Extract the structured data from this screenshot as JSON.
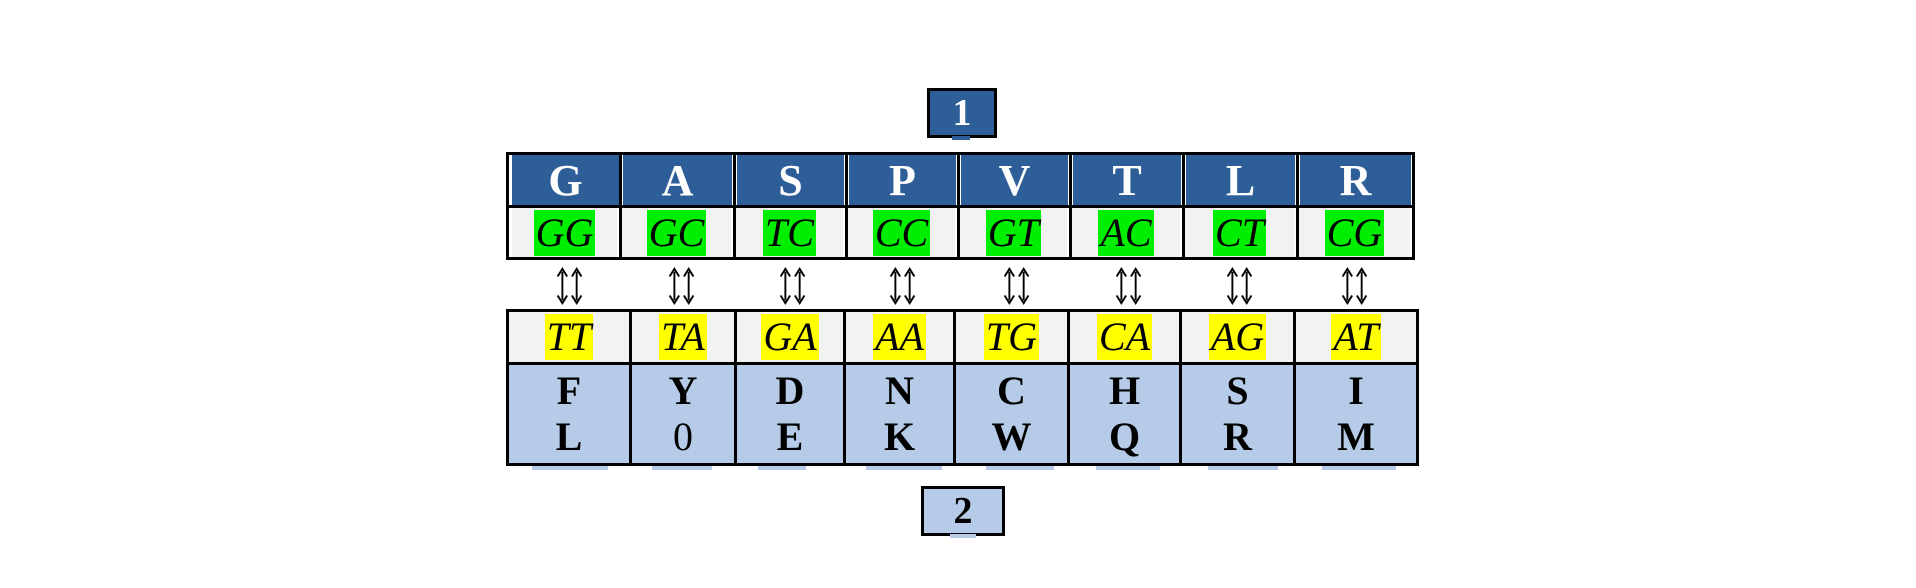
{
  "labels": {
    "top": "1",
    "bottom": "2"
  },
  "top_columns": [
    {
      "aa": "G",
      "codon": "GG"
    },
    {
      "aa": "A",
      "codon": "GC"
    },
    {
      "aa": "S",
      "codon": "TC"
    },
    {
      "aa": "P",
      "codon": "CC"
    },
    {
      "aa": "V",
      "codon": "GT"
    },
    {
      "aa": "T",
      "codon": "AC"
    },
    {
      "aa": "L",
      "codon": "CT"
    },
    {
      "aa": "R",
      "codon": "CG"
    }
  ],
  "bottom_columns": [
    {
      "codon": "TT",
      "aa1": "F",
      "aa2": "L"
    },
    {
      "codon": "TA",
      "aa1": "Y",
      "aa2": "0"
    },
    {
      "codon": "GA",
      "aa1": "D",
      "aa2": "E"
    },
    {
      "codon": "AA",
      "aa1": "N",
      "aa2": "K"
    },
    {
      "codon": "TG",
      "aa1": "C",
      "aa2": "W"
    },
    {
      "codon": "CA",
      "aa1": "H",
      "aa2": "Q"
    },
    {
      "codon": "AG",
      "aa1": "S",
      "aa2": "R"
    },
    {
      "codon": "AT",
      "aa1": "I",
      "aa2": "M"
    }
  ],
  "colors": {
    "top_header": "#2e5e98",
    "bottom_header": "#b6cbe7",
    "top_codon_highlight": "#00ee00",
    "bottom_codon_highlight": "#ffff00"
  }
}
